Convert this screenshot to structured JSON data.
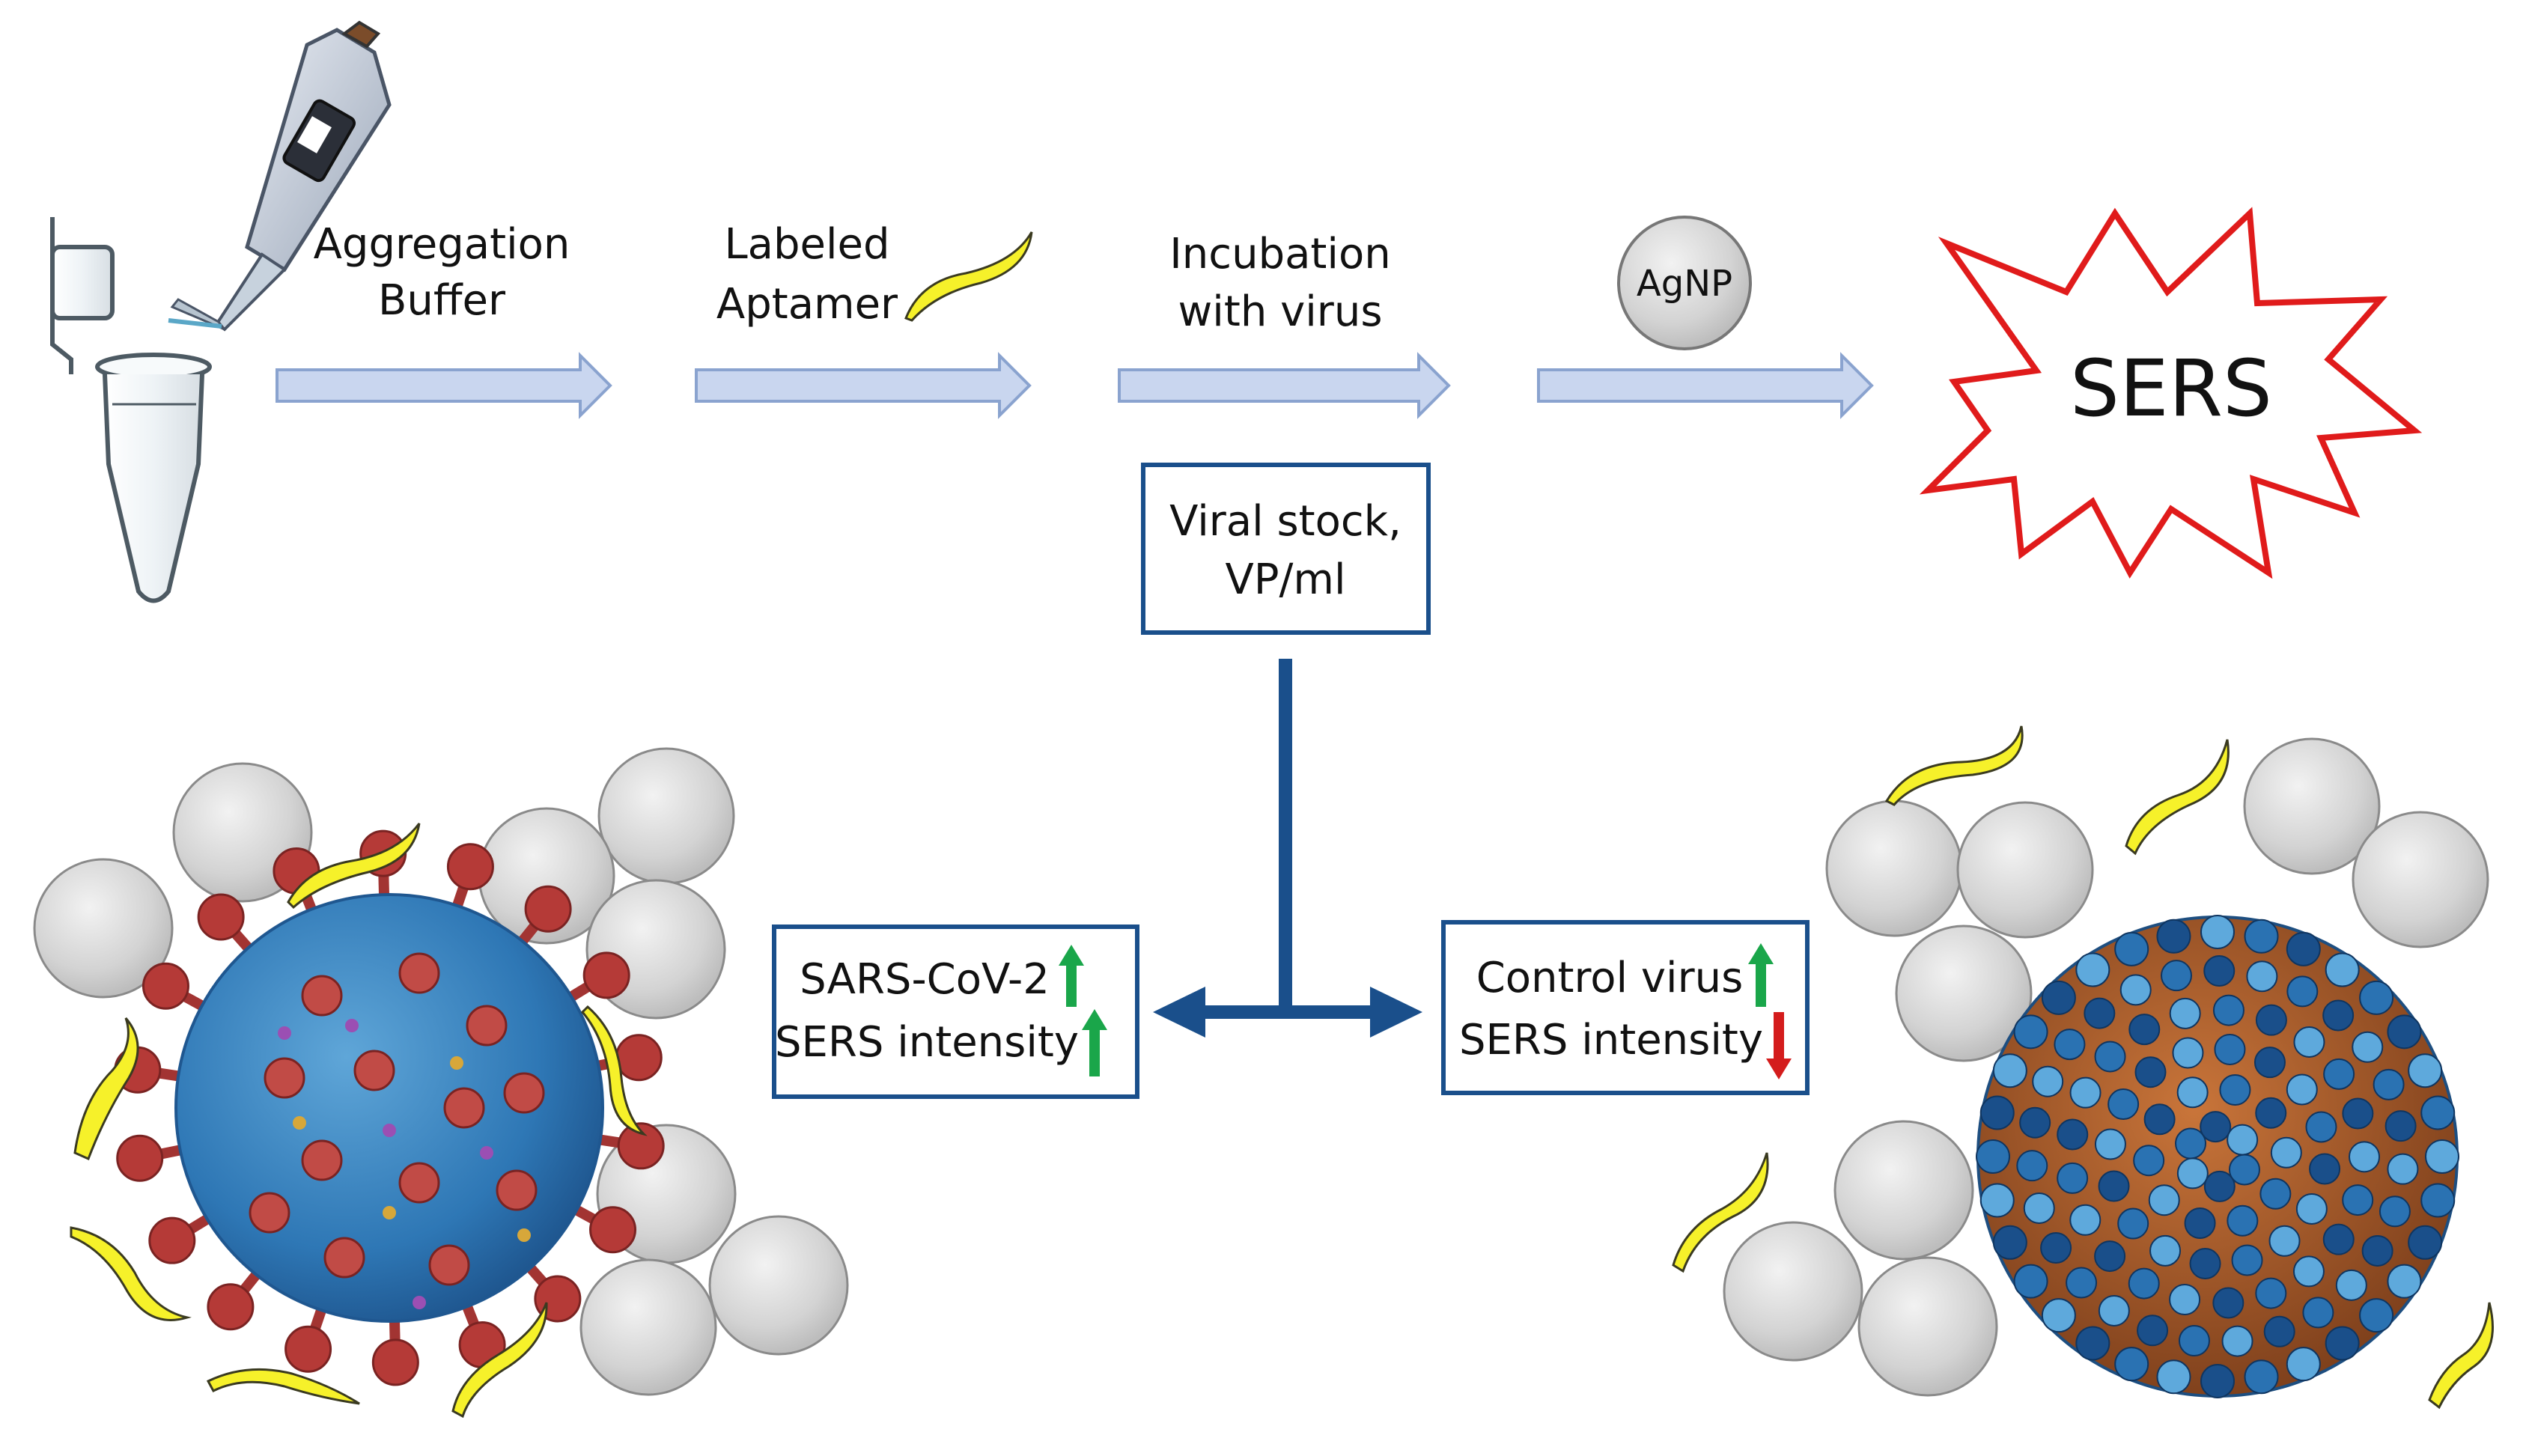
{
  "steps": {
    "aggregation_buffer": [
      "Aggregation",
      "Buffer"
    ],
    "labeled_aptamer": [
      "Labeled",
      "Aptamer"
    ],
    "incubation": [
      "Incubation",
      "with virus"
    ],
    "agnp": "AgNP"
  },
  "result": "SERS",
  "viral_stock": [
    "Viral stock,",
    "VP/ml"
  ],
  "outcomes": {
    "sars": {
      "virus": "SARS-CoV-2",
      "signal": "SERS intensity",
      "virus_trend": "up",
      "signal_trend": "up"
    },
    "control": {
      "virus": "Control virus",
      "signal": "SERS intensity",
      "virus_trend": "up",
      "signal_trend": "down"
    }
  },
  "colors": {
    "arrow_fill": "#c9d6ef",
    "arrow_stroke": "#8aa3cf",
    "box_stroke": "#1a4f8b",
    "connector": "#1a4f8b",
    "up_arrow": "#1aa64a",
    "down_arrow": "#d41c1c",
    "starburst": "#e01b1b",
    "aptamer": "#f6f12a",
    "sars_spike": "#b53a37",
    "sars_body": "#2e77b5",
    "control_body": "#1d5f9a",
    "nanoparticle": "#d6d6d6"
  },
  "icons": [
    "pipette-icon",
    "microtube-icon",
    "aptamer-icon",
    "nanoparticle-icon",
    "coronavirus-icon",
    "influenza-virus-icon"
  ]
}
